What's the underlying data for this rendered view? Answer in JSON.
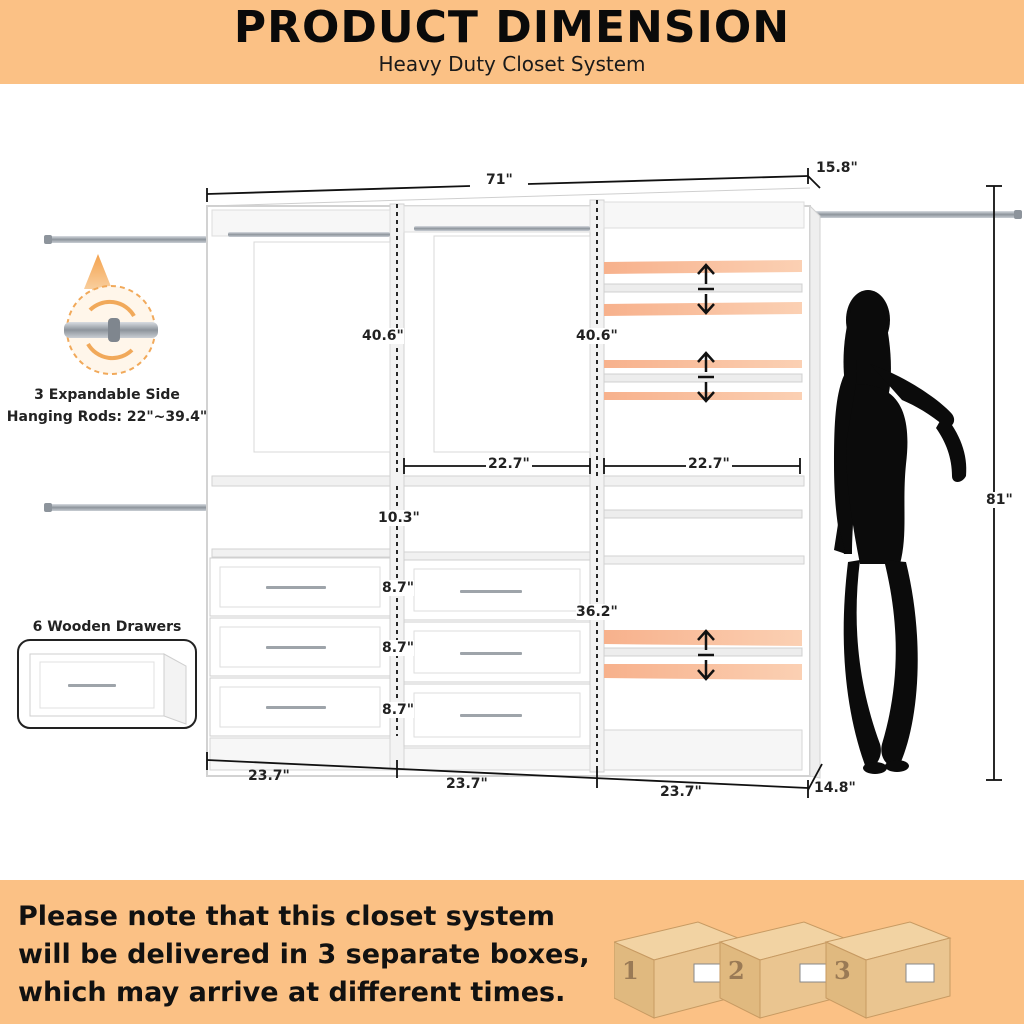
{
  "header": {
    "title": "PRODUCT DIMENSION",
    "subtitle": "Heavy Duty Closet System"
  },
  "dimensions": {
    "total_width": "71\"",
    "top_depth": "15.8\"",
    "total_height": "81\"",
    "bottom_depth": "14.8\"",
    "hang_left": "40.6\"",
    "hang_right": "40.6\"",
    "shelf_mid": "22.7\"",
    "shelf_right": "22.7\"",
    "cubby_height": "10.3\"",
    "drawer_1": "8.7\"",
    "drawer_2": "8.7\"",
    "drawer_3": "8.7\"",
    "right_lower": "36.2\"",
    "bottom_left": "23.7\"",
    "bottom_mid": "23.7\"",
    "bottom_right": "23.7\""
  },
  "callouts": {
    "rods_line1": "3 Expandable Side",
    "rods_line2": "Hanging Rods: 22\"~39.4\"",
    "drawers": "6 Wooden Drawers"
  },
  "footer": {
    "note": "Please note that this closet system will be delivered in 3 separate boxes, which may arrive at different times."
  },
  "boxes": [
    "1",
    "2",
    "3"
  ],
  "colors": {
    "banner": "#fbc185",
    "shelf_highlight": "#f6a77a",
    "cardboard": "#e9c48f"
  }
}
